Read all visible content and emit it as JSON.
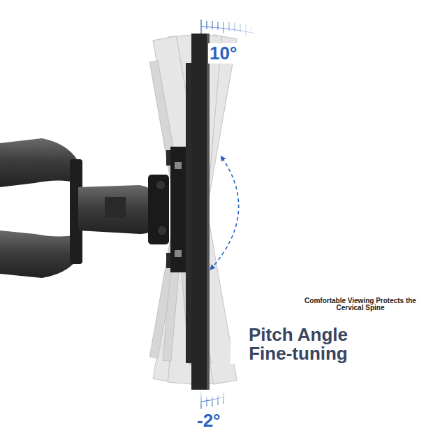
{
  "diagram": {
    "labels": [
      "10°",
      "Comfortable Viewing Protects the Cervical Spine",
      "Pitch Angle Fine-tuning",
      "-2°"
    ]
  }
}
